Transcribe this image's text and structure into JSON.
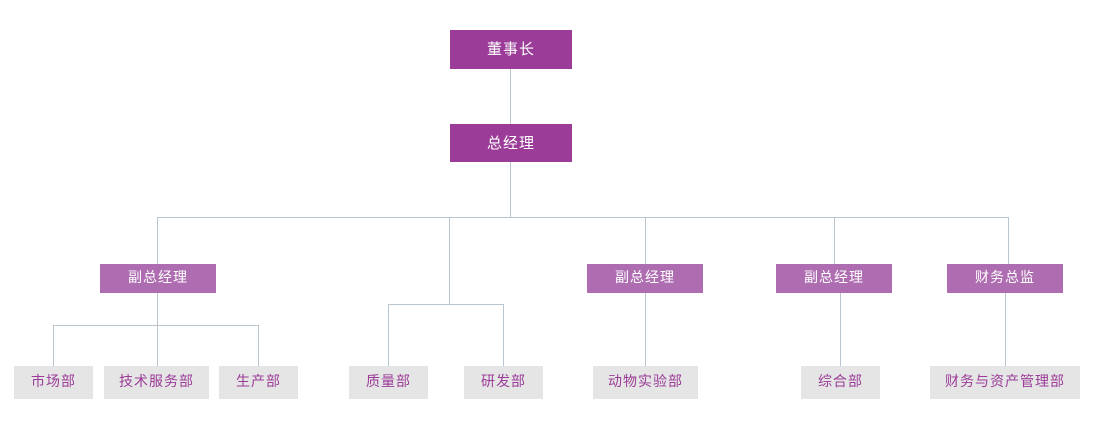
{
  "chart_title": "",
  "org_chart": {
    "type": "organizational-hierarchy",
    "colors": {
      "level1_fill": "#9B3C98",
      "level2_fill": "#9B3C98",
      "level3_fill": "#AE6DB0",
      "level4_fill": "#E5E5E5",
      "level4_text": "#9B3C98",
      "connector": "#B9C6D0",
      "background": "#FFFFFF"
    },
    "levels": {
      "level1": [
        {
          "id": "chairman",
          "label": "董事长"
        }
      ],
      "level2": [
        {
          "id": "general-manager",
          "label": "总经理"
        }
      ],
      "level3": [
        {
          "id": "deputy-gm-1",
          "label": "副总经理"
        },
        {
          "id": "deputy-gm-2",
          "label": "副总经理"
        },
        {
          "id": "deputy-gm-3",
          "label": "副总经理"
        },
        {
          "id": "cfo",
          "label": "财务总监"
        }
      ],
      "level4": [
        {
          "id": "marketing-dept",
          "label": "市场部"
        },
        {
          "id": "tech-service-dept",
          "label": "技术服务部"
        },
        {
          "id": "production-dept",
          "label": "生产部"
        },
        {
          "id": "quality-dept",
          "label": "质量部"
        },
        {
          "id": "rnd-dept",
          "label": "研发部"
        },
        {
          "id": "animal-lab-dept",
          "label": "动物实验部"
        },
        {
          "id": "general-affairs-dept",
          "label": "综合部"
        },
        {
          "id": "finance-asset-mgmt-dept",
          "label": "财务与资产管理部"
        }
      ]
    }
  }
}
